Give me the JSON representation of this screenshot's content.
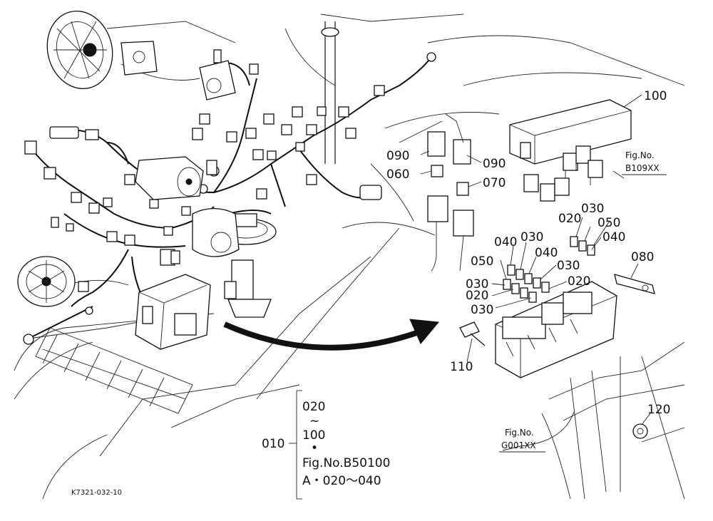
{
  "diagram": {
    "image_code": "K7321-032-10",
    "callouts": [
      {
        "id": "c100",
        "label": "100"
      },
      {
        "id": "c090a",
        "label": "090"
      },
      {
        "id": "c090b",
        "label": "090"
      },
      {
        "id": "c060",
        "label": "060"
      },
      {
        "id": "c070",
        "label": "070"
      },
      {
        "id": "c020a",
        "label": "020"
      },
      {
        "id": "c030a",
        "label": "030"
      },
      {
        "id": "c050a",
        "label": "050"
      },
      {
        "id": "c040a",
        "label": "040"
      },
      {
        "id": "c080",
        "label": "080"
      },
      {
        "id": "c040b",
        "label": "040"
      },
      {
        "id": "c030b",
        "label": "030"
      },
      {
        "id": "c040c",
        "label": "040"
      },
      {
        "id": "c050b",
        "label": "050"
      },
      {
        "id": "c030c",
        "label": "030"
      },
      {
        "id": "c030d",
        "label": "030"
      },
      {
        "id": "c020b",
        "label": "020"
      },
      {
        "id": "c020c",
        "label": "020"
      },
      {
        "id": "c030e",
        "label": "030"
      },
      {
        "id": "c110",
        "label": "110"
      },
      {
        "id": "c120",
        "label": "120"
      }
    ],
    "fig_refs": [
      {
        "id": "b109",
        "line1": "Fig.No.",
        "line2": "B109XX"
      },
      {
        "id": "g001",
        "line1": "Fig.No.",
        "line2": "G001XX"
      }
    ],
    "legend": {
      "main": "010",
      "range_start": "020",
      "tilde": "~",
      "range_end": "100",
      "dot": "•",
      "fig_ref": "Fig.No.B50100",
      "note": "A・020～040"
    }
  }
}
